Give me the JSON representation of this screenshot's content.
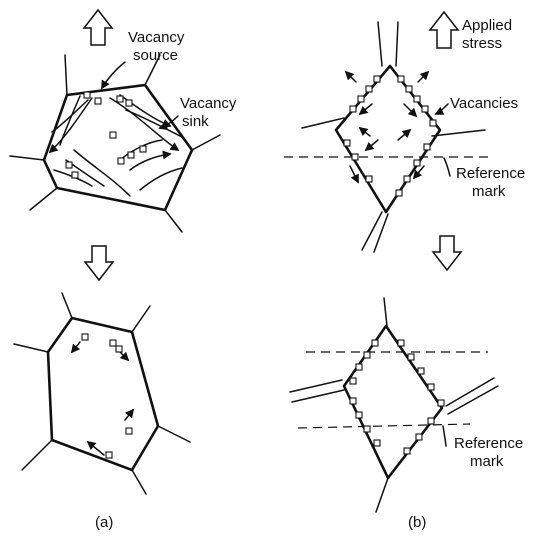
{
  "panel_a": {
    "caption": "(a)",
    "labels": {
      "vacancy_source_line1": "Vacancy",
      "vacancy_source_line2": "source",
      "vacancy_sink_line1": "Vacancy",
      "vacancy_sink_line2": "sink"
    },
    "icons": [
      "up-hollow-arrow-icon",
      "down-hollow-arrow-icon"
    ]
  },
  "panel_b": {
    "caption": "(b)",
    "labels": {
      "applied_stress_line1": "Applied",
      "applied_stress_line2": "stress",
      "vacancies": "Vacancies",
      "reference_mark_top_line1": "Reference",
      "reference_mark_top_line2": "mark",
      "reference_mark_bottom_line1": "Reference",
      "reference_mark_bottom_line2": "mark"
    },
    "icons": [
      "up-hollow-arrow-icon",
      "down-hollow-arrow-icon"
    ]
  }
}
